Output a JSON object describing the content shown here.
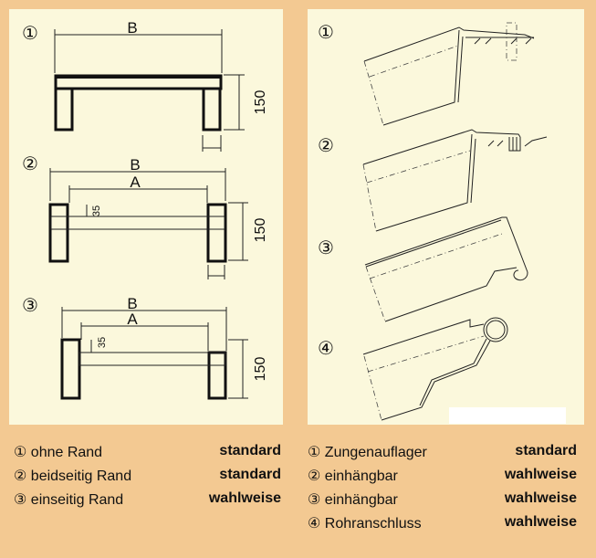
{
  "left_diagram": {
    "markers": [
      "①",
      "②",
      "③"
    ],
    "dim_b": "B",
    "dim_a": "A",
    "dim_height": "150",
    "dim_rim": "35"
  },
  "right_diagram": {
    "markers": [
      "①",
      "②",
      "③",
      "④"
    ]
  },
  "left_legend": [
    {
      "label": "① ohne Rand",
      "status": "standard"
    },
    {
      "label": "② beidseitig Rand",
      "status": "standard"
    },
    {
      "label": "③ einseitig Rand",
      "status": "wahlweise"
    }
  ],
  "right_legend": [
    {
      "label": "① Zungenauflager",
      "status": "standard"
    },
    {
      "label": "② einhängbar",
      "status": "wahlweise"
    },
    {
      "label": "③ einhängbar",
      "status": "wahlweise"
    },
    {
      "label": "④ Rohranschluss",
      "status": "wahlweise"
    }
  ],
  "colors": {
    "background": "#f3c992",
    "panel": "#fbf8dc"
  }
}
